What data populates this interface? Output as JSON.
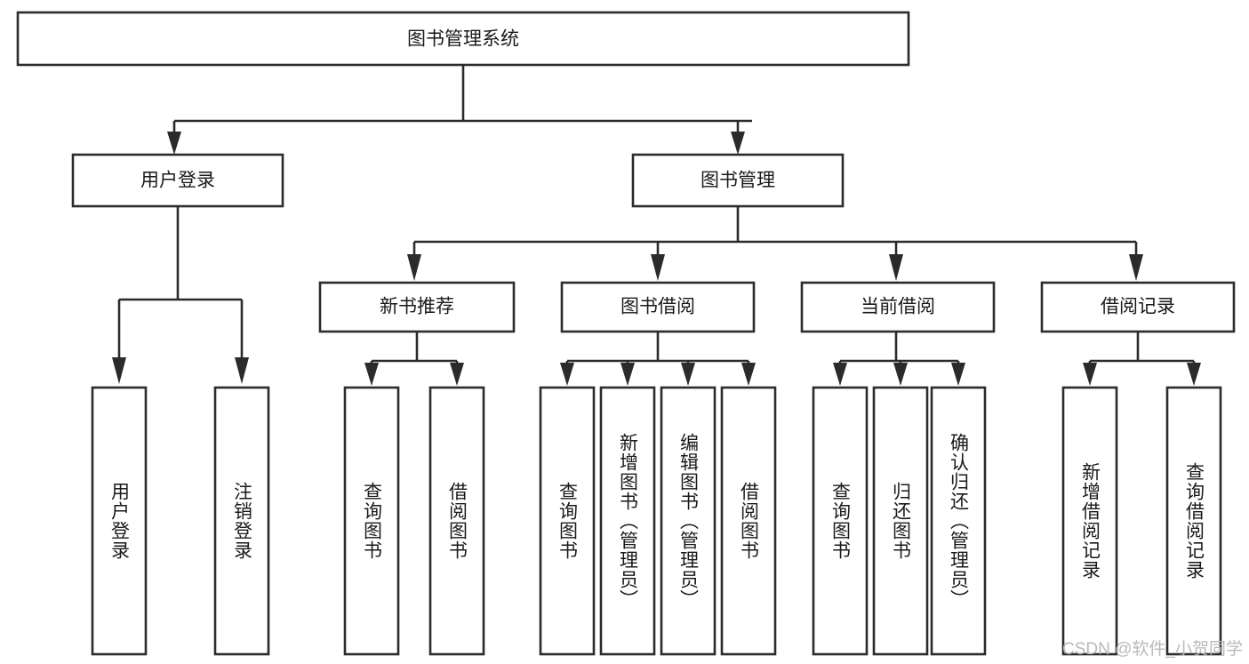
{
  "diagram": {
    "title": "图书管理系统",
    "type": "tree-hierarchy-diagram",
    "watermark": "CSDN @软件_小贺同学",
    "colors": {
      "box_stroke": "#2b2b2b",
      "box_fill": "#ffffff",
      "connector": "#2b2b2b",
      "text": "#1a1a1a",
      "watermark": "#b9b9b9",
      "background": "#ffffff"
    },
    "root": {
      "id": "root",
      "label": "图书管理系统",
      "orientation": "horizontal"
    },
    "level2": [
      {
        "id": "user-login",
        "label": "用户登录",
        "orientation": "horizontal"
      },
      {
        "id": "book-management",
        "label": "图书管理",
        "orientation": "horizontal"
      }
    ],
    "level3": [
      {
        "id": "new-book-recommend",
        "label": "新书推荐",
        "parent": "book-management",
        "orientation": "horizontal"
      },
      {
        "id": "book-borrow",
        "label": "图书借阅",
        "parent": "book-management",
        "orientation": "horizontal"
      },
      {
        "id": "current-borrow",
        "label": "当前借阅",
        "parent": "book-management",
        "orientation": "horizontal"
      },
      {
        "id": "borrow-record",
        "label": "借阅记录",
        "parent": "book-management",
        "orientation": "horizontal"
      }
    ],
    "leaves": [
      {
        "id": "leaf-user-login",
        "label": "用户登录",
        "parent": "user-login",
        "orientation": "vertical"
      },
      {
        "id": "leaf-logout-login",
        "label": "注销登录",
        "parent": "user-login",
        "orientation": "vertical"
      },
      {
        "id": "leaf-query-book-1",
        "label": "查询图书",
        "parent": "new-book-recommend",
        "orientation": "vertical"
      },
      {
        "id": "leaf-borrow-book-1",
        "label": "借阅图书",
        "parent": "new-book-recommend",
        "orientation": "vertical"
      },
      {
        "id": "leaf-query-book-2",
        "label": "查询图书",
        "parent": "book-borrow",
        "orientation": "vertical"
      },
      {
        "id": "leaf-add-book",
        "label": "新增图书（管理员）",
        "parent": "book-borrow",
        "orientation": "vertical"
      },
      {
        "id": "leaf-edit-book",
        "label": "编辑图书（管理员）",
        "parent": "book-borrow",
        "orientation": "vertical"
      },
      {
        "id": "leaf-borrow-book-2",
        "label": "借阅图书",
        "parent": "book-borrow",
        "orientation": "vertical"
      },
      {
        "id": "leaf-query-book-3",
        "label": "查询图书",
        "parent": "current-borrow",
        "orientation": "vertical"
      },
      {
        "id": "leaf-return-book",
        "label": "归还图书",
        "parent": "current-borrow",
        "orientation": "vertical"
      },
      {
        "id": "leaf-confirm-return",
        "label": "确认归还（管理员）",
        "parent": "current-borrow",
        "orientation": "vertical"
      },
      {
        "id": "leaf-add-borrow-record",
        "label": "新增借阅记录",
        "parent": "borrow-record",
        "orientation": "vertical"
      },
      {
        "id": "leaf-query-borrow-record",
        "label": "查询借阅记录",
        "parent": "borrow-record",
        "orientation": "vertical"
      }
    ]
  }
}
